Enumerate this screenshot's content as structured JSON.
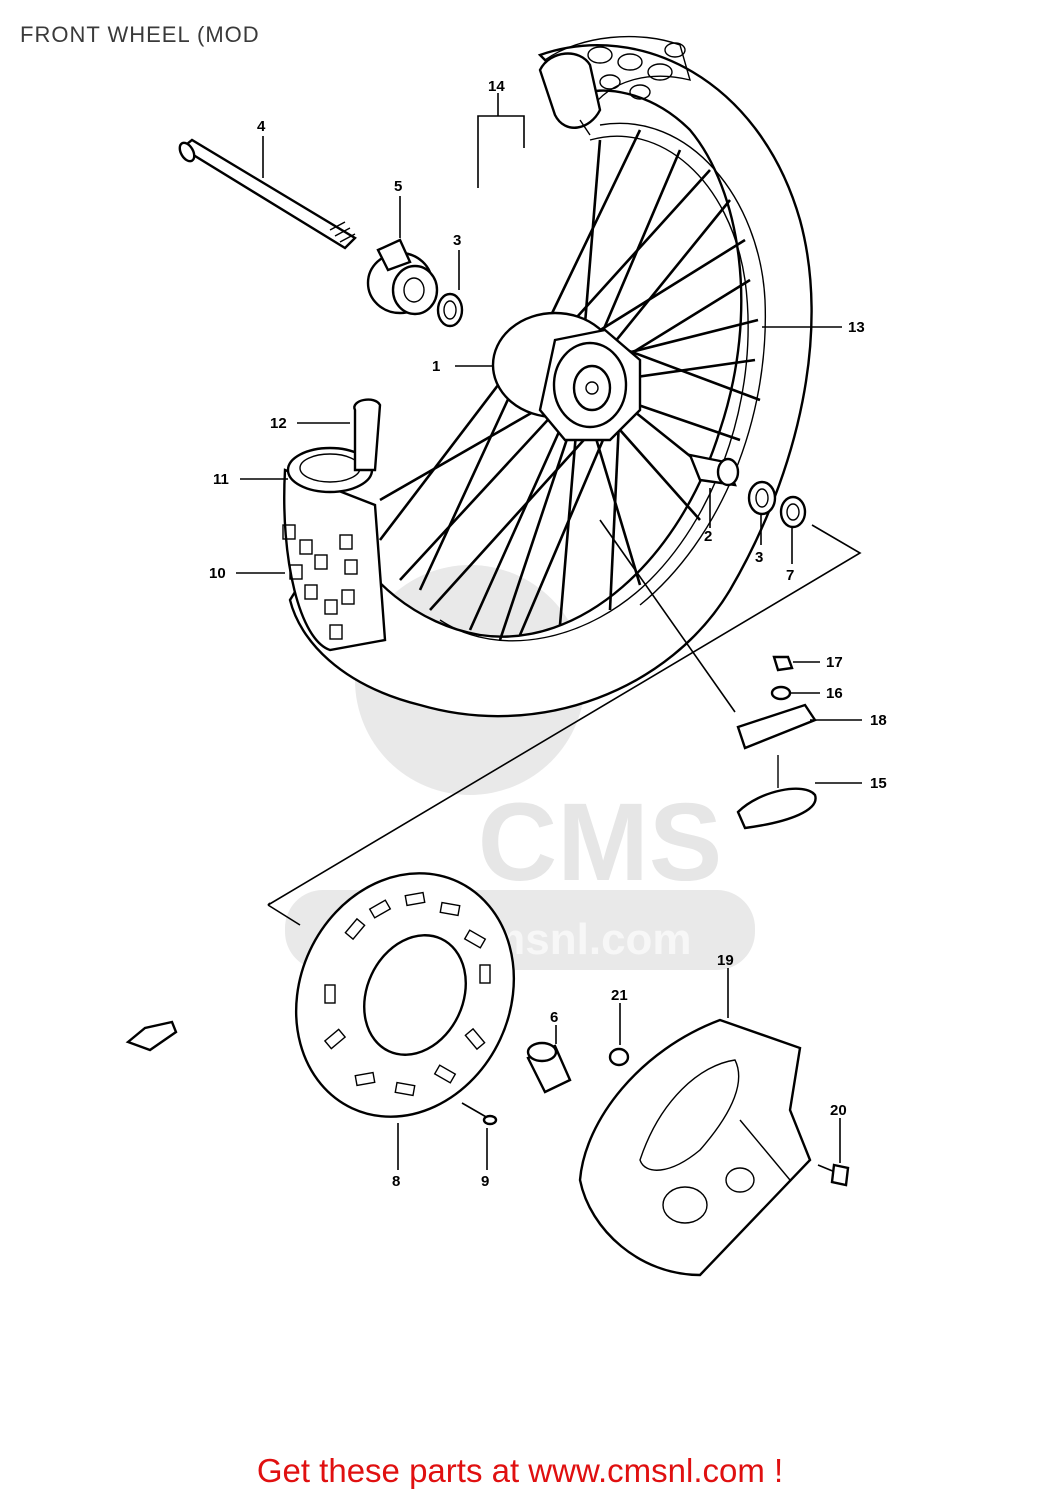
{
  "title": "FRONT WHEEL (MOD",
  "footer": "Get these parts at www.cmsnl.com !",
  "watermark": {
    "logo_text": "CMS",
    "url_text": "www.cmsnl.com"
  },
  "colors": {
    "footer": "#e01010",
    "title": "#3a3a3a",
    "watermark": "#e9e9e9"
  },
  "callouts": [
    "1",
    "2",
    "3",
    "3",
    "4",
    "5",
    "6",
    "7",
    "8",
    "9",
    "10",
    "11",
    "12",
    "13",
    "14",
    "15",
    "16",
    "17",
    "18",
    "19",
    "20",
    "21"
  ]
}
